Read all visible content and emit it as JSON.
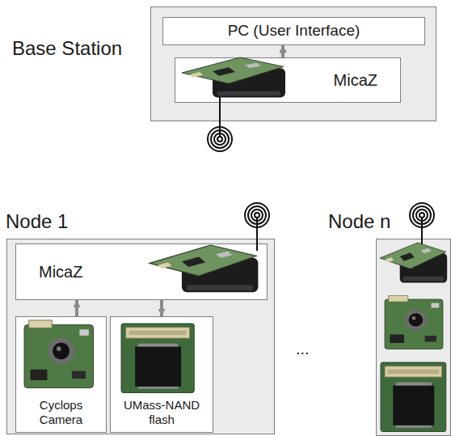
{
  "diagram": {
    "nodes": [
      {
        "text": [
          "Base Station"
        ]
      },
      {
        "text": [
          "PC (User Interface)"
        ],
        "in": 0
      },
      {
        "text": [
          "MicaZ"
        ],
        "in": 0
      },
      {
        "text": [
          "Node 1"
        ]
      },
      {
        "text": [
          "MicaZ"
        ],
        "in": 3
      },
      {
        "text": [
          "Cyclops Camera"
        ],
        "in": 3
      },
      {
        "text": [
          "UMass-NAND flash"
        ],
        "in": 3
      },
      {
        "text": [
          "Node n"
        ]
      }
    ],
    "edges": [
      {
        "from": 1,
        "to": 2,
        "arrow": "both"
      },
      {
        "from": 5,
        "to": 4,
        "arrow": "to"
      },
      {
        "from": 4,
        "to": 6,
        "arrow": "to"
      }
    ],
    "labels": [
      "..."
    ]
  }
}
